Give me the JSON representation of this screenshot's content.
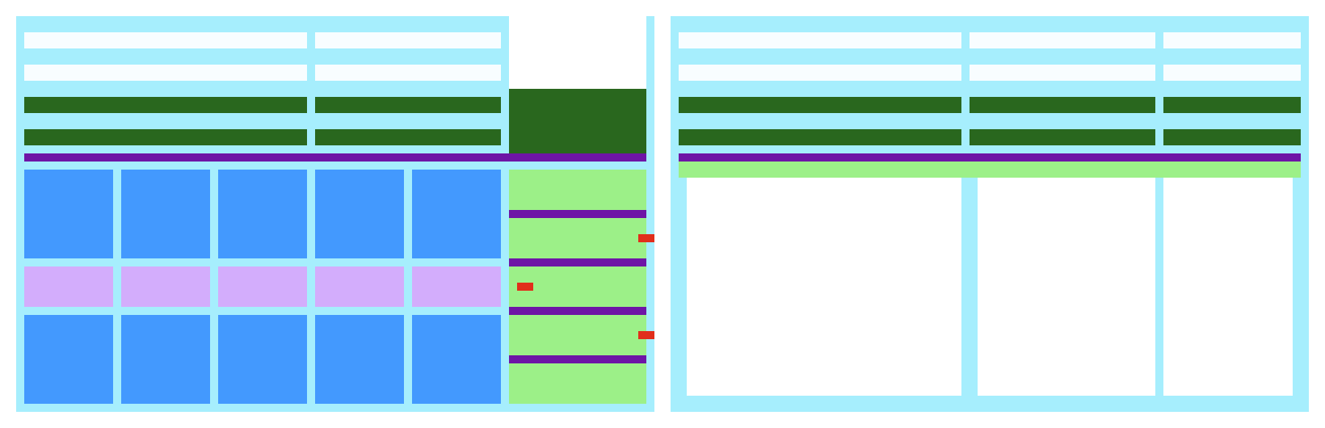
{
  "palette": {
    "frame": "#a6eefd",
    "input_bar": "#f8fdff",
    "dark_bar": "#29671e",
    "divider": "#6e15a6",
    "tile": "#4399fe",
    "tile_alt": "#d3adfc",
    "side_panel": "#9cf088",
    "marker": "#e12e1b",
    "canvas": "#ffffff"
  },
  "left_panel": {
    "form_rows": [
      {
        "kind": "input"
      },
      {
        "kind": "input"
      },
      {
        "kind": "dark"
      },
      {
        "kind": "dark"
      }
    ],
    "grid_rows": [
      {
        "kind": "tile",
        "count": 5
      },
      {
        "kind": "tile_alt",
        "count": 5
      },
      {
        "kind": "tile",
        "count": 5
      }
    ],
    "side_list_items": 5,
    "markers": 3
  },
  "right_panel": {
    "form_rows": [
      {
        "kind": "input"
      },
      {
        "kind": "input"
      },
      {
        "kind": "dark"
      },
      {
        "kind": "dark"
      }
    ],
    "content_columns": 3
  }
}
